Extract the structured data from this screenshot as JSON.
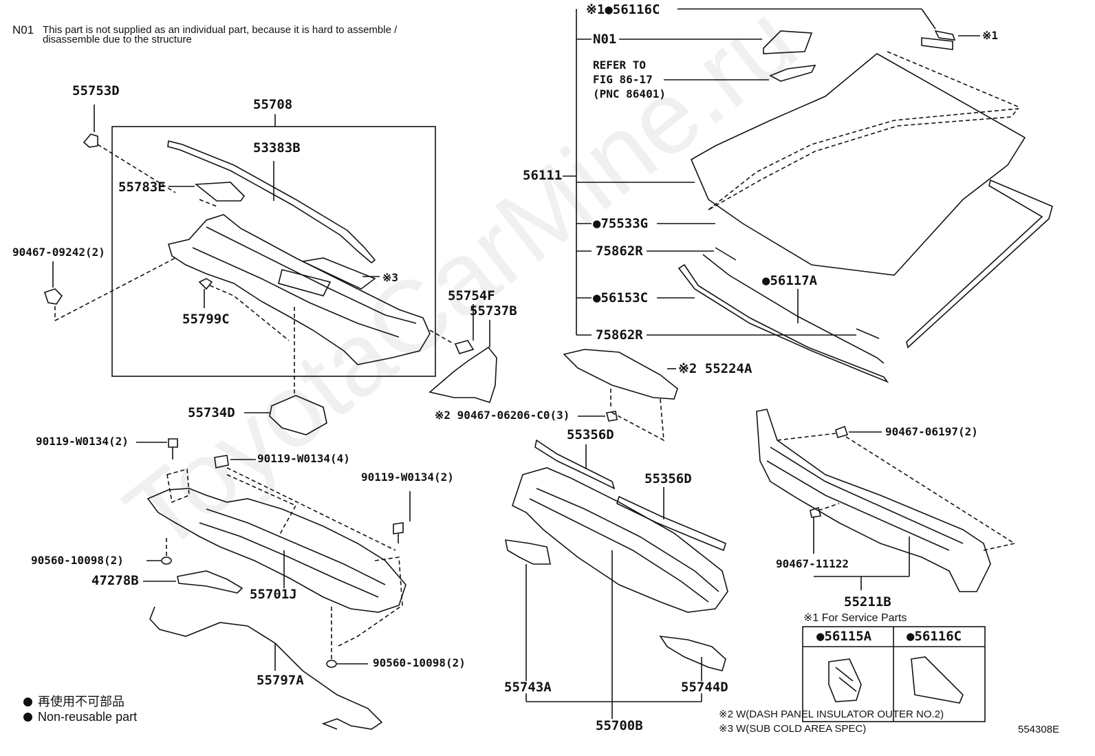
{
  "note": {
    "code": "N01",
    "line1": "This part is not supplied as an individual part, because it is hard to assemble /",
    "line2": "disassemble due to the structure"
  },
  "watermark": "ToyotaCarMine.ru",
  "labels": {
    "p55753D": "55753D",
    "p55708": "55708",
    "p53383B": "53383B",
    "p55783E": "55783E",
    "p90467_09242": "90467-09242(2)",
    "p55799C": "55799C",
    "star3": "※3",
    "p55754F": "55754F",
    "p55737B": "55737B",
    "p55734D": "55734D",
    "p90119_a": "90119-W0134(2)",
    "p90119_b": "90119-W0134(4)",
    "p90119_c": "90119-W0134(2)",
    "p90560_a": "90560-10098(2)",
    "p47278B": "47278B",
    "p55701J": "55701J",
    "p55797A": "55797A",
    "p90560_b": "90560-10098(2)",
    "p56116C_top": "※1●56116C",
    "star1": "※1",
    "pN01": "N01",
    "refer1": "REFER TO",
    "refer2": "FIG 86-17",
    "refer3": "(PNC 86401)",
    "p56111": "56111",
    "p75533G": "●75533G",
    "p75862R_a": "75862R",
    "p56117A": "●56117A",
    "p56153C": "●56153C",
    "p75862R_b": "75862R",
    "p55224A": "※2 55224A",
    "p90467_06206": "※2 90467-06206-C0(3)",
    "p55356D_a": "55356D",
    "p55356D_b": "55356D",
    "p90467_06197": "90467-06197(2)",
    "p90467_11122": "90467-11122",
    "p55211B": "55211B",
    "p55743A": "55743A",
    "p55744D": "55744D",
    "p55700B": "55700B",
    "diagram_id": "554308E"
  },
  "service_box": {
    "title": "※1 For Service Parts",
    "col1": "●56115A",
    "col2": "●56116C"
  },
  "footnotes": {
    "star2": "※2 W(DASH PANEL INSULATOR OUTER NO.2)",
    "star3": "※3 W(SUB COLD AREA SPEC)"
  },
  "legend": {
    "jp": "再使用不可部品",
    "en": "Non-reusable part"
  }
}
